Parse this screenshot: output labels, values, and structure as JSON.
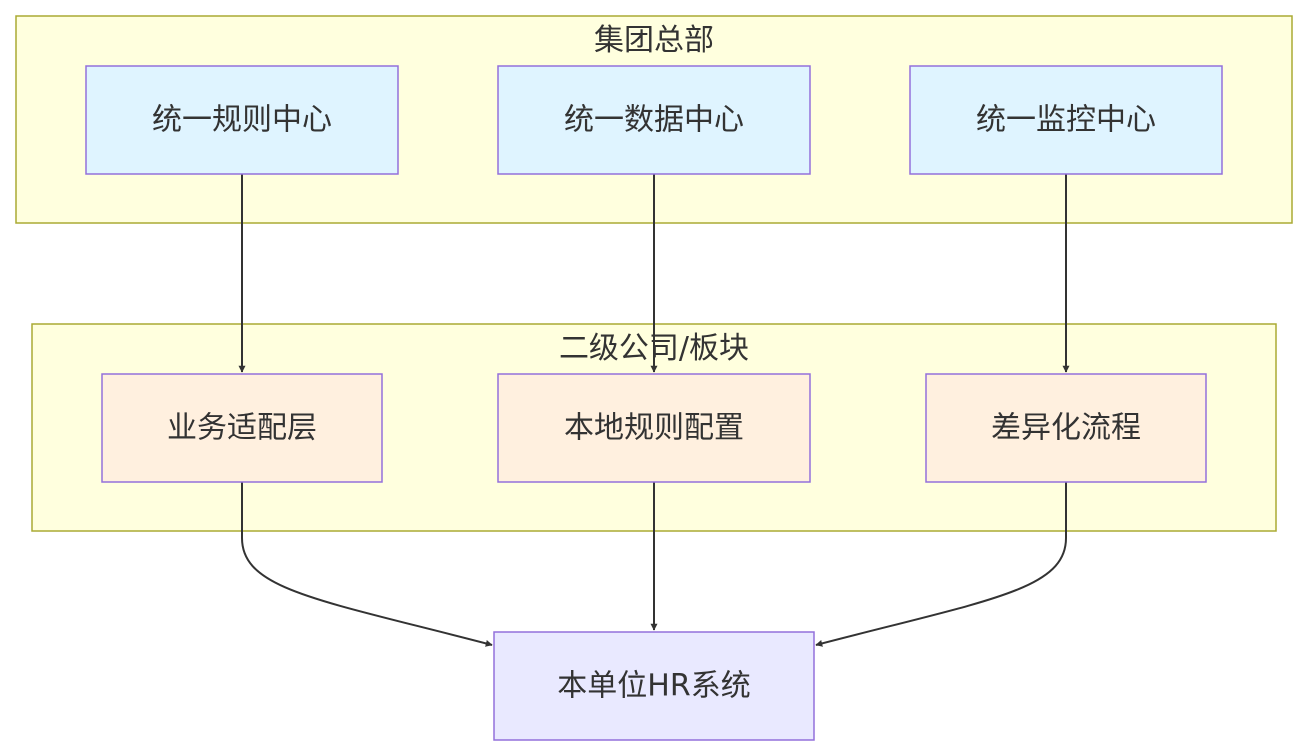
{
  "colors": {
    "group_fill": "#ffffde",
    "group_stroke": "#aaaa33",
    "hq_node_fill": "#dff4ff",
    "sub_node_fill": "#fff0df",
    "target_node_fill": "#e9e9ff",
    "node_stroke": "#9370db",
    "edge": "#333333",
    "text": "#333333"
  },
  "groups": {
    "hq": {
      "title": "集团总部"
    },
    "sub": {
      "title": "二级公司/板块"
    }
  },
  "nodes": {
    "rules_center": {
      "label": "统一规则中心"
    },
    "data_center": {
      "label": "统一数据中心"
    },
    "monitor_center": {
      "label": "统一监控中心"
    },
    "business_adapter": {
      "label": "业务适配层"
    },
    "local_rules": {
      "label": "本地规则配置"
    },
    "diff_process": {
      "label": "差异化流程"
    },
    "local_hr": {
      "label": "本单位HR系统"
    }
  },
  "edges": [
    {
      "from": "rules_center",
      "to": "business_adapter"
    },
    {
      "from": "data_center",
      "to": "local_rules"
    },
    {
      "from": "monitor_center",
      "to": "diff_process"
    },
    {
      "from": "business_adapter",
      "to": "local_hr"
    },
    {
      "from": "local_rules",
      "to": "local_hr"
    },
    {
      "from": "diff_process",
      "to": "local_hr"
    }
  ]
}
